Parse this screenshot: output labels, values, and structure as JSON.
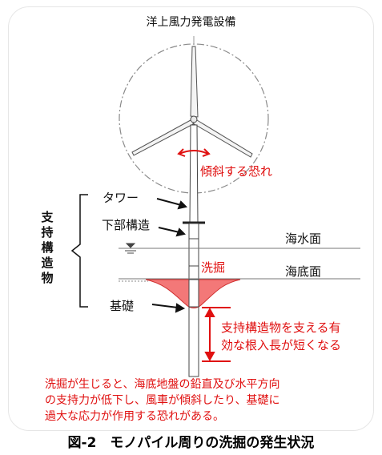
{
  "title": "洋上風力発電設備",
  "labels": {
    "tilt_risk": "傾斜する恐れ",
    "tower": "タワー",
    "substructure": "下部構造",
    "support_structure": "支\n持\n構\n造\n物",
    "sea_surface": "海水面",
    "scour": "洗掘",
    "seabed": "海底面",
    "foundation": "基礎",
    "embedment_line1": "支持構造物を支える有",
    "embedment_line2": "効な根入長が短くなる"
  },
  "note": [
    "洗掘が生じると、海底地盤の鉛直及び水平方向",
    "の支持力が低下し、風車が傾斜したり、基礎に",
    "過大な応力が作用する恐れがある。"
  ],
  "caption": "図-2　モノパイル周りの洗掘の発生状況",
  "colors": {
    "accent_red": "#e01010",
    "scour_fill": "#f26a6a"
  }
}
